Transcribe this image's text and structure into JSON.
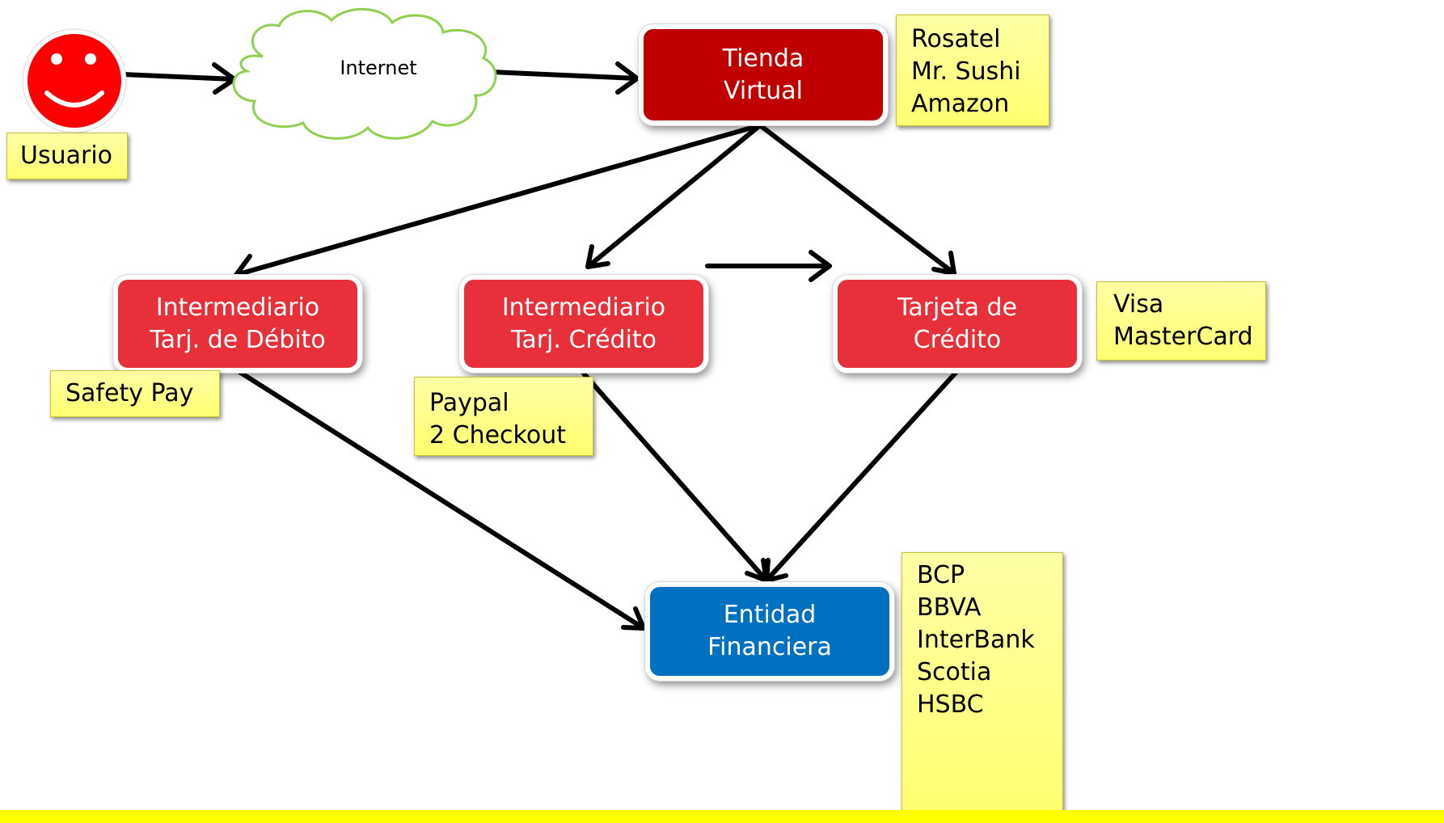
{
  "user": {
    "label": "Usuario"
  },
  "internet": {
    "label": "Internet"
  },
  "nodes": {
    "tienda": [
      "Tienda",
      "Virtual"
    ],
    "debito": [
      "Intermediario",
      "Tarj. de Débito"
    ],
    "credito_int": [
      "Intermediario",
      "Tarj. Crédito"
    ],
    "tarjeta": [
      "Tarjeta de",
      "Crédito"
    ],
    "entidad": [
      "Entidad",
      "Financiera"
    ]
  },
  "notes": {
    "tiendas": [
      "Rosatel",
      "Mr. Sushi",
      "Amazon"
    ],
    "safety": [
      "Safety Pay"
    ],
    "paypal": [
      "Paypal",
      "2 Checkout"
    ],
    "visa": [
      "Visa",
      "MasterCard"
    ],
    "bancos": [
      "BCP",
      "BBVA",
      "InterBank",
      "Scotia",
      "HSBC"
    ]
  },
  "colors": {
    "store": "#c00000",
    "intermediary": "#e8303a",
    "financial": "#0070c0",
    "note": "#ffff80",
    "smiley": "#ff0000",
    "cloud_stroke": "#8fd14f",
    "bottom_bar": "#ffff00"
  }
}
